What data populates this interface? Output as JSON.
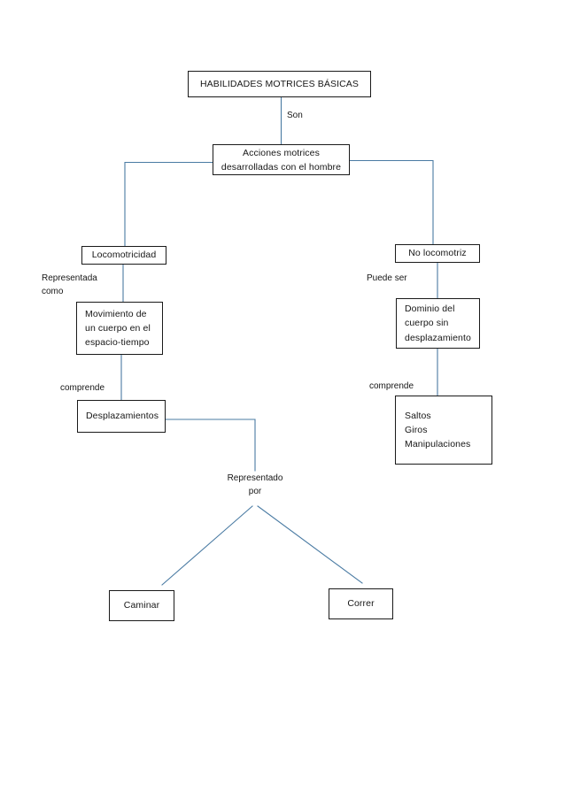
{
  "diagram": {
    "title": "HABILIDADES MOTRICES BÁSICAS",
    "nodes": {
      "root": {
        "text": "HABILIDADES MOTRICES BÁSICAS"
      },
      "acciones": {
        "line1": "Acciones motrices",
        "line2": "desarrolladas con el hombre"
      },
      "locomotricidad": {
        "text": "Locomotricidad"
      },
      "no_locomotriz": {
        "text": "No locomotriz"
      },
      "movimiento": {
        "line1": "Movimiento de",
        "line2": "un   cuerpo en el",
        "line3": "espacio-tiempo"
      },
      "dominio": {
        "line1": "Dominio del",
        "line2": "cuerpo sin",
        "line3": "desplazamiento"
      },
      "desplazamientos": {
        "text": "Desplazamientos"
      },
      "no_locomotriz_list": {
        "item1": "Saltos",
        "item2": "Giros",
        "item3": "Manipulaciones"
      },
      "caminar": {
        "text": "Caminar"
      },
      "correr": {
        "text": "Correr"
      }
    },
    "edge_labels": {
      "son": "Son",
      "representada_como": "Representada\ncomo",
      "puede_ser": "Puede ser",
      "comprende_left": "comprende",
      "comprende_right": "comprende",
      "representado_por": "Representado\npor"
    },
    "colors": {
      "connector": "#4a7ba3",
      "node_border": "#1a1a1a",
      "text": "#161616",
      "background": "#ffffff"
    }
  }
}
